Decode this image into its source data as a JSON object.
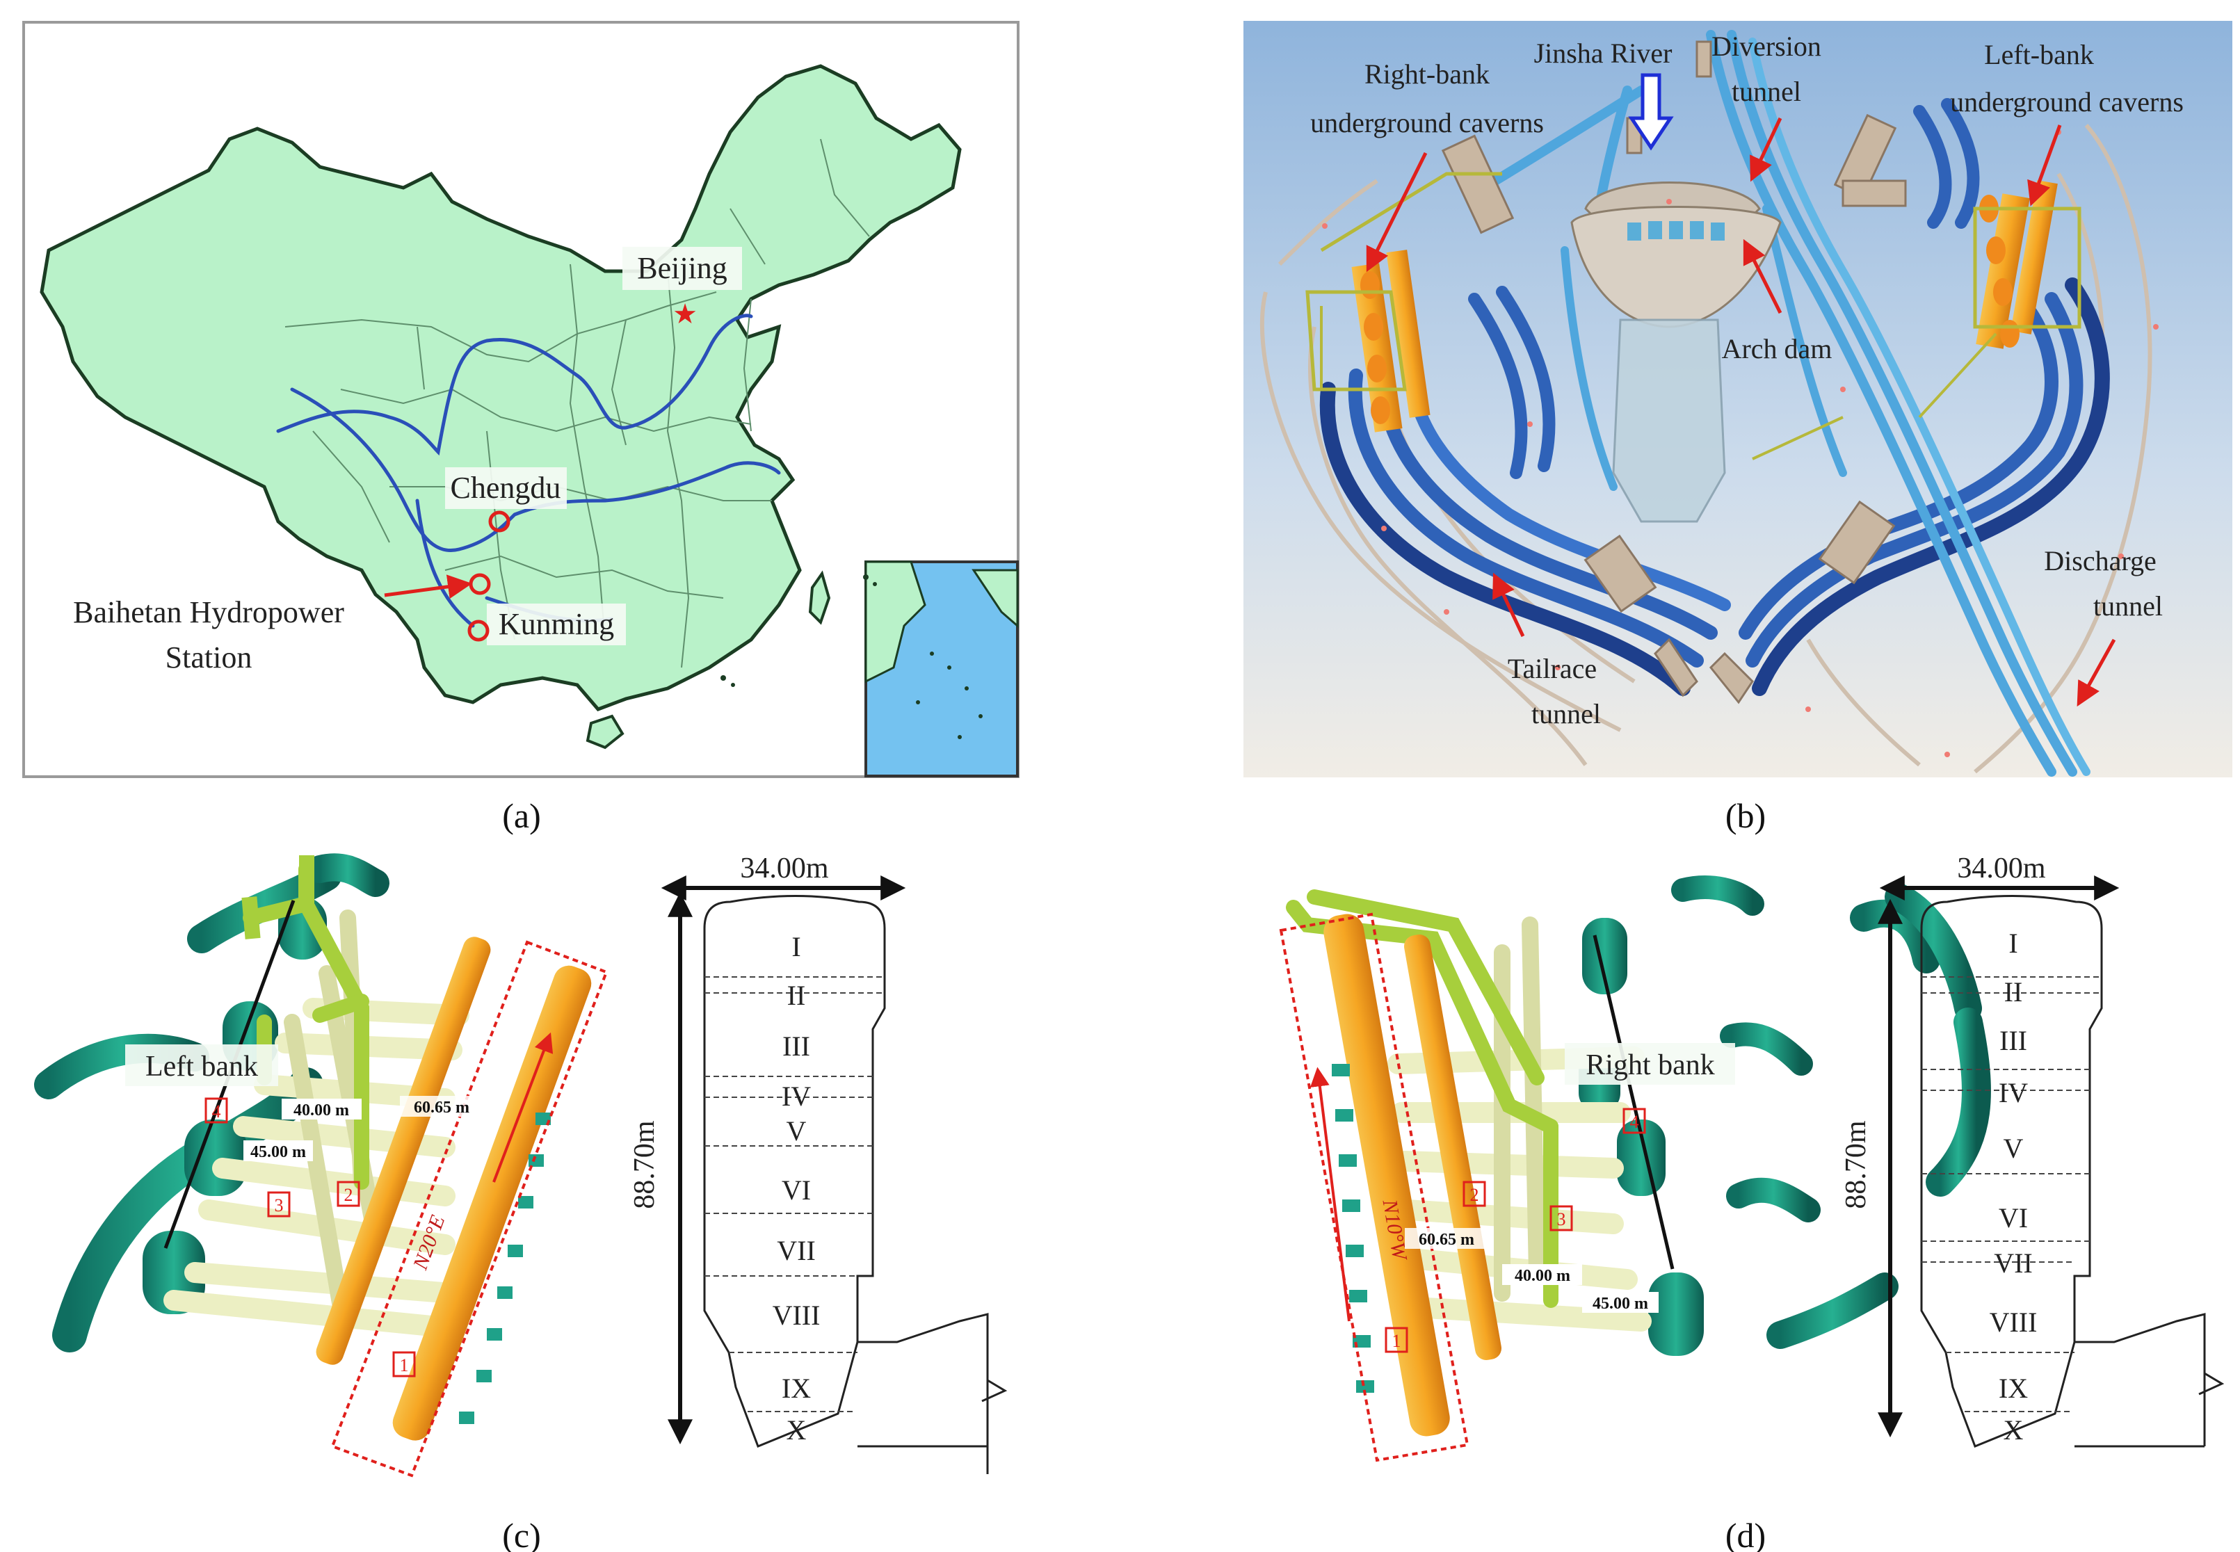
{
  "colors": {
    "land": "#b9f2c9",
    "land_stroke": "#1b3d23",
    "sea": "#74c2f0",
    "river": "#2a4fb8",
    "arrow": "#e0201c",
    "marker": "#e0201c",
    "tunnel_blue": "#2f62b8",
    "tunnel_light": "#4fa6dd",
    "orange": "#f5a623",
    "teal": "#1fa189",
    "yellowgreen": "#a7cf3c",
    "dash_box": "#e0201c"
  },
  "panels": {
    "a": {
      "caption": "(a)",
      "cities": {
        "beijing": "Beijing",
        "chengdu": "Chengdu",
        "kunming": "Kunming"
      },
      "station": {
        "line1": "Baihetan Hydropower",
        "line2": "Station"
      }
    },
    "b": {
      "caption": "(b)",
      "labels": {
        "right_bank_1": "Right-bank",
        "right_bank_2": "underground caverns",
        "jinsha": "Jinsha River",
        "diversion_1": "Diversion",
        "diversion_2": "tunnel",
        "left_bank_1": "Left-bank",
        "left_bank_2": "underground caverns",
        "arch_dam": "Arch dam",
        "discharge_1": "Discharge",
        "discharge_2": "tunnel",
        "tailrace_1": "Tailrace",
        "tailrace_2": "tunnel"
      }
    },
    "c": {
      "caption": "(c)",
      "bank_label": "Left bank",
      "dim_45": "45.00 m",
      "dim_40": "40.00 m",
      "dim_60": "60.65 m",
      "orientation": "N20°E",
      "markers": [
        "1",
        "2",
        "3",
        "4"
      ],
      "section": {
        "width_label": "34.00m",
        "height_label": "88.70m",
        "layers": [
          "I",
          "II",
          "III",
          "IV",
          "V",
          "VI",
          "VII",
          "VIII",
          "IX",
          "X"
        ]
      }
    },
    "d": {
      "caption": "(d)",
      "bank_label": "Right bank",
      "dim_45": "45.00 m",
      "dim_40": "40.00 m",
      "dim_60": "60.65 m",
      "orientation": "N10°W",
      "markers": [
        "1",
        "2",
        "3",
        "4"
      ],
      "section": {
        "width_label": "34.00m",
        "height_label": "88.70m",
        "layers": [
          "I",
          "II",
          "III",
          "IV",
          "V",
          "VI",
          "VII",
          "VIII",
          "IX",
          "X"
        ]
      }
    }
  }
}
